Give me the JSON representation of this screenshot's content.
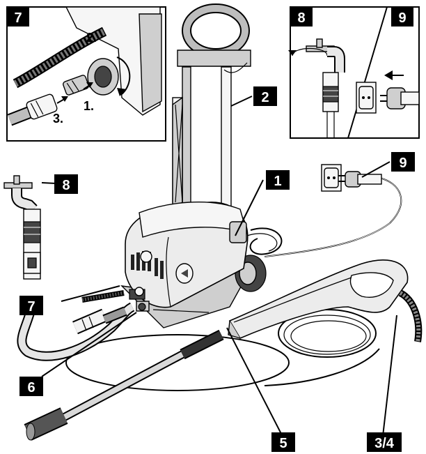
{
  "callouts": {
    "c1": "1",
    "c2": "2",
    "c3_4": "3/4",
    "c5": "5",
    "c6": "6",
    "c7": "7",
    "c8": "8",
    "c9": "9"
  },
  "inset_7": {
    "tag": "7",
    "steps": [
      "1.",
      "2.",
      "3."
    ]
  },
  "inset_8": {
    "tag": "8"
  },
  "inset_9": {
    "tag": "9"
  }
}
